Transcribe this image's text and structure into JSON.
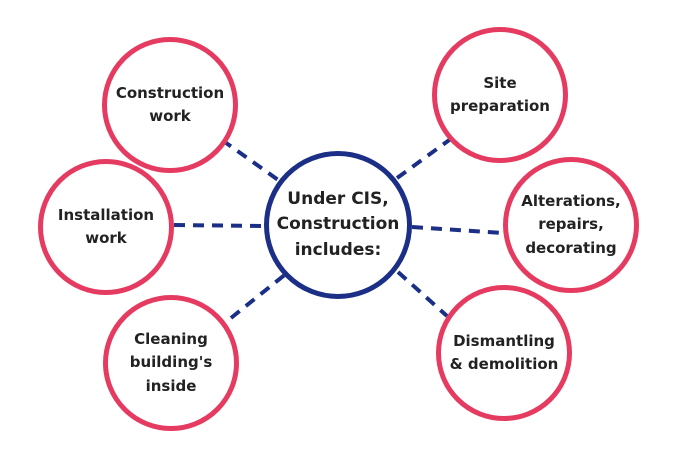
{
  "center": {
    "label": "Under CIS,\nConstruction\nincludes:"
  },
  "nodes": {
    "construction_work": "Construction\nwork",
    "installation_work": "Installation\nwork",
    "cleaning": "Cleaning\nbuilding's\ninside",
    "site_preparation": "Site\npreparation",
    "alterations": "Alterations,\nrepairs,\ndecorating",
    "dismantling": "Dismantling\n& demolition"
  },
  "colors": {
    "outer_circle": "#e63b60",
    "center_circle": "#1b2f86",
    "connector": "#1b2f86",
    "text": "#222222"
  }
}
